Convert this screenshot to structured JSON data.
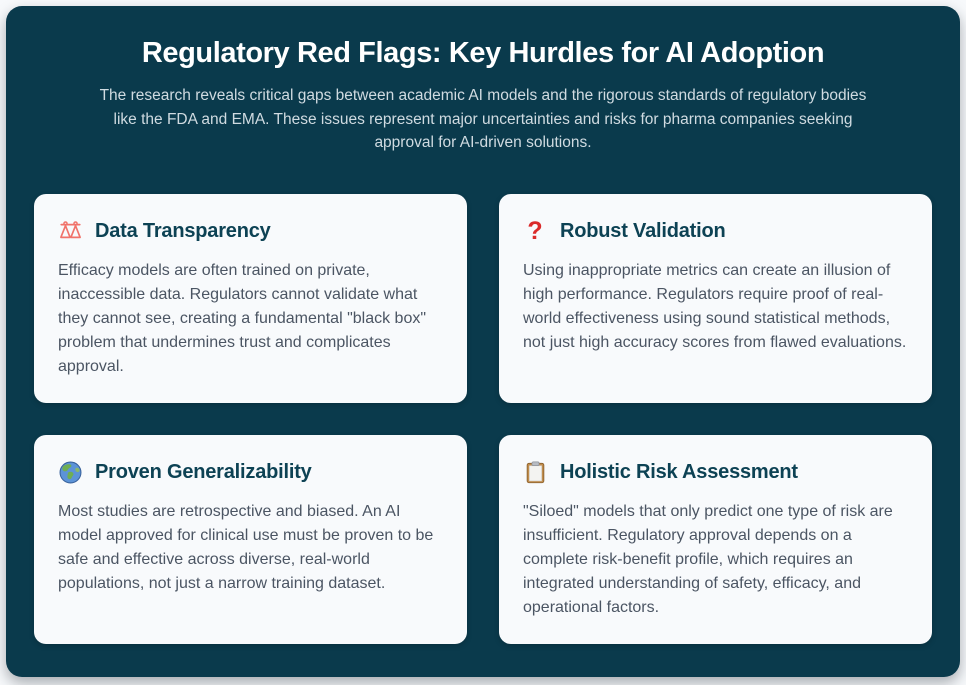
{
  "header": {
    "title": "Regulatory Red Flags: Key Hurdles for AI Adoption",
    "subtitle": "The research reveals critical gaps between academic AI models and the rigorous standards of regulatory bodies like the FDA and EMA. These issues represent major uncertainties and risks for pharma companies seeking approval for AI-driven solutions."
  },
  "cards": [
    {
      "icon": "balance-scale-icon",
      "title": "Data Transparency",
      "body": "Efficacy models are often trained on private, inaccessible data. Regulators cannot validate what they cannot see, creating a fundamental \"black box\" problem that undermines trust and complicates approval."
    },
    {
      "icon": "question-mark-icon",
      "icon_glyph": "?",
      "title": "Robust Validation",
      "body": "Using inappropriate metrics can create an illusion of high performance. Regulators require proof of real-world effectiveness using sound statistical methods, not just high accuracy scores from flawed evaluations."
    },
    {
      "icon": "globe-icon",
      "title": "Proven Generalizability",
      "body": "Most studies are retrospective and biased. An AI model approved for clinical use must be proven to be safe and effective across diverse, real-world populations, not just a narrow training dataset."
    },
    {
      "icon": "clipboard-icon",
      "title": "Holistic Risk Assessment",
      "body": "\"Siloed\" models that only predict one type of risk are insufficient. Regulatory approval depends on a complete risk-benefit profile, which requires an integrated understanding of safety, efficacy, and operational factors."
    }
  ],
  "colors": {
    "container_bg": "#0a3a4c",
    "page_bg": "#f7f9fb",
    "card_bg": "#f8fafc",
    "card_title_text": "#0d4254",
    "card_body_text": "#4b5563",
    "page_title_text": "#ffffff",
    "page_subtitle_text": "#d0dbe1",
    "scale_icon_color": "#f0736b",
    "question_icon_color": "#da2a2a"
  }
}
